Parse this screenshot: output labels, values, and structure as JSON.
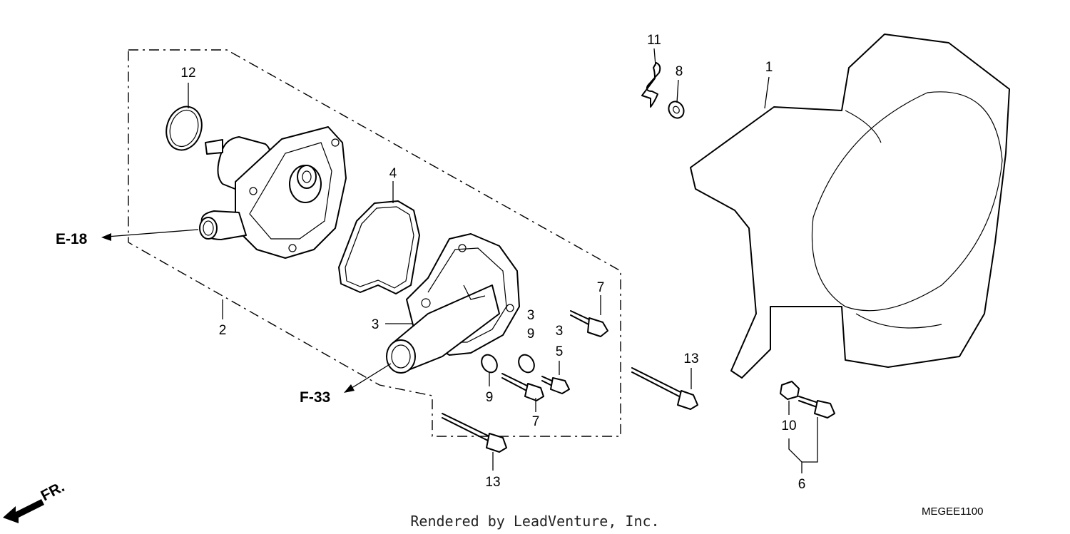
{
  "diagram": {
    "callouts": {
      "c1": "1",
      "c2": "2",
      "c3a": "3",
      "c3b": "3",
      "c3c": "3",
      "c4": "4",
      "c5": "5",
      "c6": "6",
      "c7a": "7",
      "c7b": "7",
      "c8": "8",
      "c9a": "9",
      "c9b": "9",
      "c10": "10",
      "c11": "11",
      "c12": "12",
      "c13a": "13",
      "c13b": "13"
    },
    "refs": {
      "e18": "E-18",
      "f33": "F-33"
    },
    "direction_label": "FR.",
    "diagram_code": "MEGEE1100",
    "credit": "Rendered by LeadVenture, Inc."
  }
}
